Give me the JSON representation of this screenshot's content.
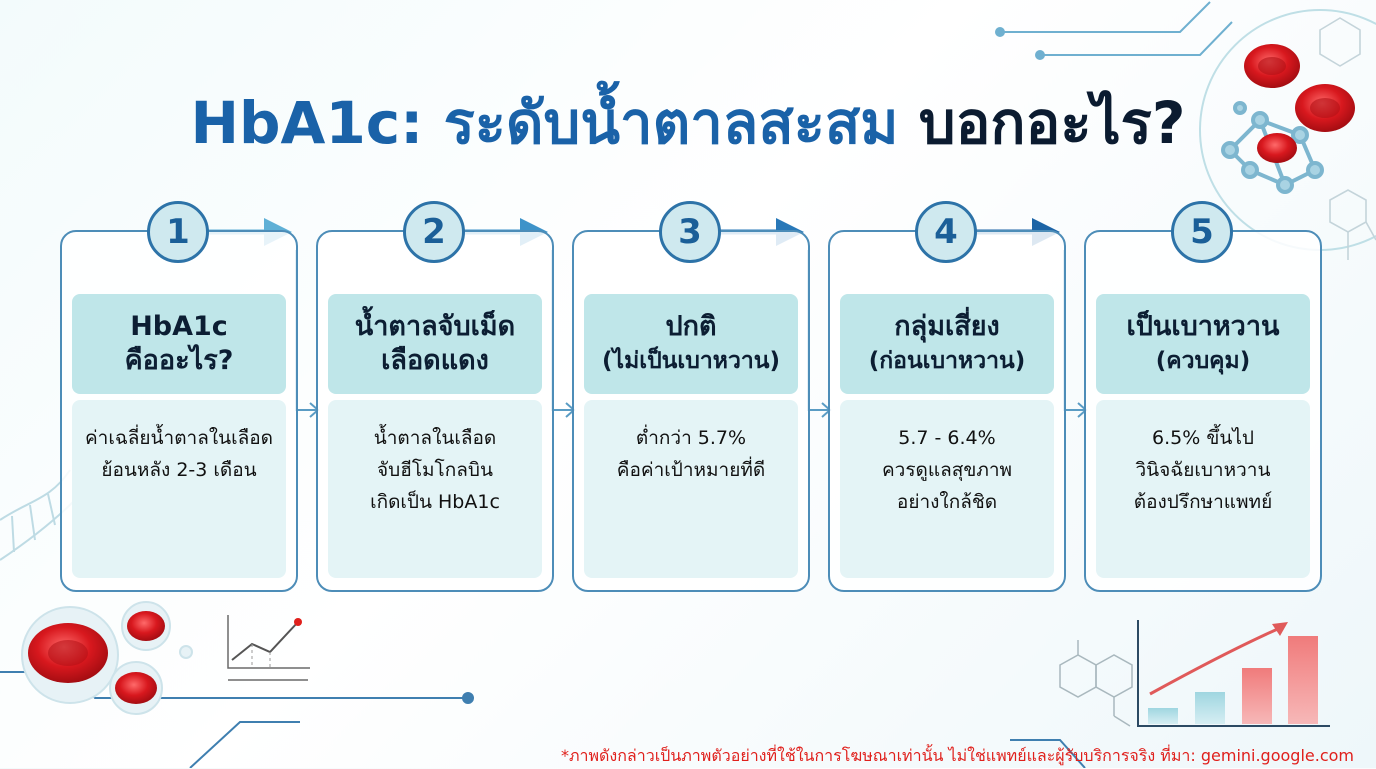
{
  "title": {
    "part1": "HbA1c: ระดับน้ำตาลสะสม",
    "part2": "บอกอะไร?"
  },
  "steps": [
    {
      "number": "1",
      "head1": "HbA1c",
      "head2": "คืออะไร?",
      "body": [
        "ค่าเฉลี่ยน้ำตาลในเลือด",
        "ย้อนหลัง 2-3 เดือน"
      ]
    },
    {
      "number": "2",
      "head1": "น้ำตาลจับเม็ด",
      "head2": "เลือดแดง",
      "body": [
        "น้ำตาลในเลือด",
        "จับฮีโมโกลบิน",
        "เกิดเป็น HbA1c"
      ]
    },
    {
      "number": "3",
      "head1": "ปกติ",
      "head2": "(ไม่เป็นเบาหวาน)",
      "body": [
        "ต่ำกว่า 5.7%",
        "คือค่าเป้าหมายที่ดี"
      ]
    },
    {
      "number": "4",
      "head1": "กลุ่มเสี่ยง",
      "head2": "(ก่อนเบาหวาน)",
      "body": [
        "5.7 - 6.4%",
        "ควรดูแลสุขภาพ",
        "อย่างใกล้ชิด"
      ]
    },
    {
      "number": "5",
      "head1": "เป็นเบาหวาน",
      "head2": "(ควบคุม)",
      "body": [
        "6.5% ขึ้นไป",
        "วินิจฉัยเบาหวาน",
        "ต้องปรึกษาแพทย์"
      ]
    }
  ],
  "disclaimer": "*ภาพดังกล่าวเป็นภาพตัวอย่างที่ใช้ในการโฆษณาเท่านั้น ไม่ใช่แพทย์และผู้รับบริการจริง ที่มา: gemini.google.com",
  "colors": {
    "title_blue": "#1a62a8",
    "title_dark": "#0b1b30",
    "header_fill": "#bfe6e9",
    "body_fill": "#e4f4f6",
    "disclaimer_red": "#e0201c"
  },
  "icons": [
    "red-blood-cell-icon",
    "molecule-icon",
    "dna-icon",
    "line-chart-icon",
    "bar-chart-icon",
    "arrow-right-icon"
  ]
}
